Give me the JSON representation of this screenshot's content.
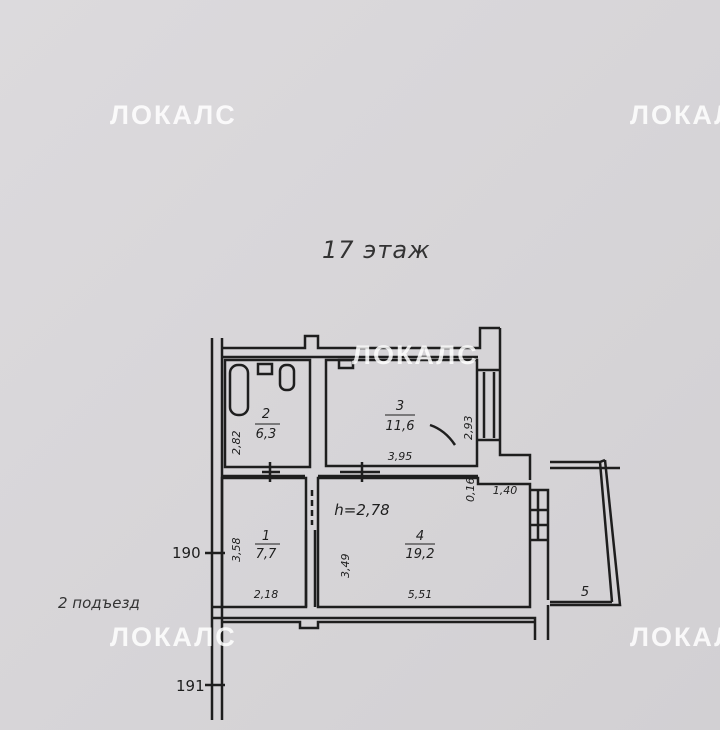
{
  "floor_label": "17 этаж",
  "entrance_label": "2 подъезд",
  "axis_labels": [
    "190",
    "191"
  ],
  "ceiling_height": "h=2,78",
  "rooms": [
    {
      "number": "1",
      "area": "7,7"
    },
    {
      "number": "2",
      "area": "6,3"
    },
    {
      "number": "3",
      "area": "11,6"
    },
    {
      "number": "4",
      "area": "19,2"
    },
    {
      "number": "5"
    }
  ],
  "dimensions": {
    "bath_height": "2,82",
    "room3_width": "3,95",
    "room3_height": "2,93",
    "hall_height": "3,58",
    "hall_width": "2,18",
    "room4_height": "3,49",
    "room4_width": "5,51",
    "wall_offset": "0,16",
    "niche_width": "1,40"
  },
  "watermark": "ЛОКАЛС",
  "colors": {
    "paper": "#d9d7da",
    "ink": "#1e1e1e"
  }
}
